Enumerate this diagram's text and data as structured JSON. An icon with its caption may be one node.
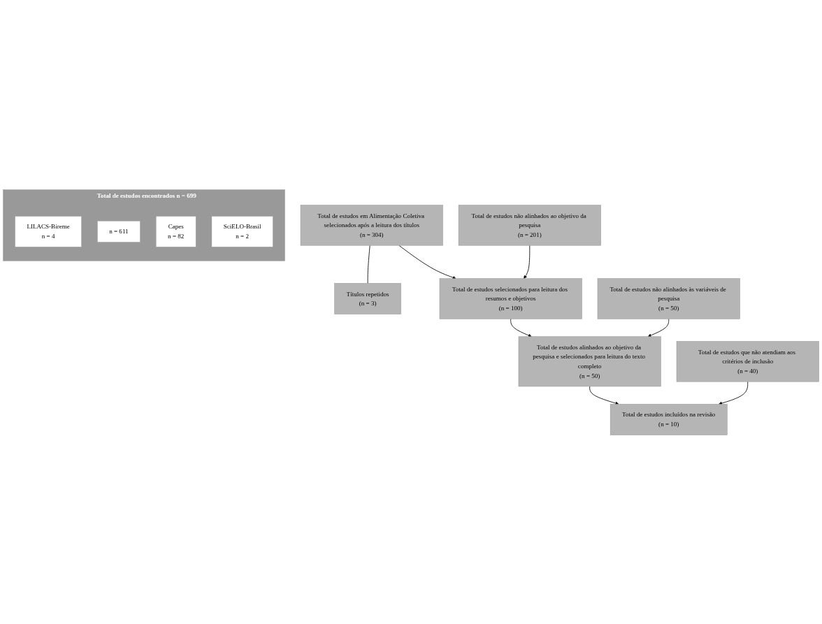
{
  "diagram": {
    "nodes": [
      {
        "text": [
          "Total de estudos encontrados n = 699"
        ]
      },
      {
        "text": [
          "LILACS-Bireme",
          "n = 4"
        ],
        "in": 0
      },
      {
        "text": [
          "n = 611"
        ],
        "in": 0
      },
      {
        "text": [
          "Capes",
          "n = 82"
        ],
        "in": 0
      },
      {
        "text": [
          "SciELO-Brasil",
          "n = 2"
        ],
        "in": 0
      },
      {
        "text": [
          "Total de estudos em Alimentação Coletiva selecionados após a leitura dos títulos",
          "(n = 304)"
        ]
      },
      {
        "text": [
          "Títulos repetidos",
          "(n = 3)"
        ]
      },
      {
        "text": [
          "Total de estudos não alinhados ao objetivo da pesquisa",
          "(n = 201)"
        ]
      },
      {
        "text": [
          "Total de estudos selecionados para leitura dos resumos e objetivos",
          "(n = 100)"
        ]
      },
      {
        "text": [
          "Total de estudos não alinhados às variáveis de pesquisa",
          "(n = 50)"
        ]
      },
      {
        "text": [
          "Total de estudos alinhados ao objetivo da pesquisa e selecionados para leitura do texto completo",
          "(n = 50)"
        ]
      },
      {
        "text": [
          "Total de estudos que não atendiam aos critérios de inclusão",
          "(n = 40)"
        ]
      },
      {
        "text": [
          "Total de estudos incluídos na revisão",
          "(n = 10)"
        ]
      }
    ],
    "edges": [
      {
        "from": 5,
        "to": 6,
        "arrow": "none"
      },
      {
        "from": 5,
        "to": 8,
        "arrow": "to"
      },
      {
        "from": 7,
        "to": 8,
        "arrow": "to"
      },
      {
        "from": 8,
        "to": 10,
        "arrow": "to"
      },
      {
        "from": 9,
        "to": 10,
        "arrow": "to"
      },
      {
        "from": 10,
        "to": 12,
        "arrow": "to"
      },
      {
        "from": 11,
        "to": 12,
        "arrow": "to"
      }
    ]
  }
}
